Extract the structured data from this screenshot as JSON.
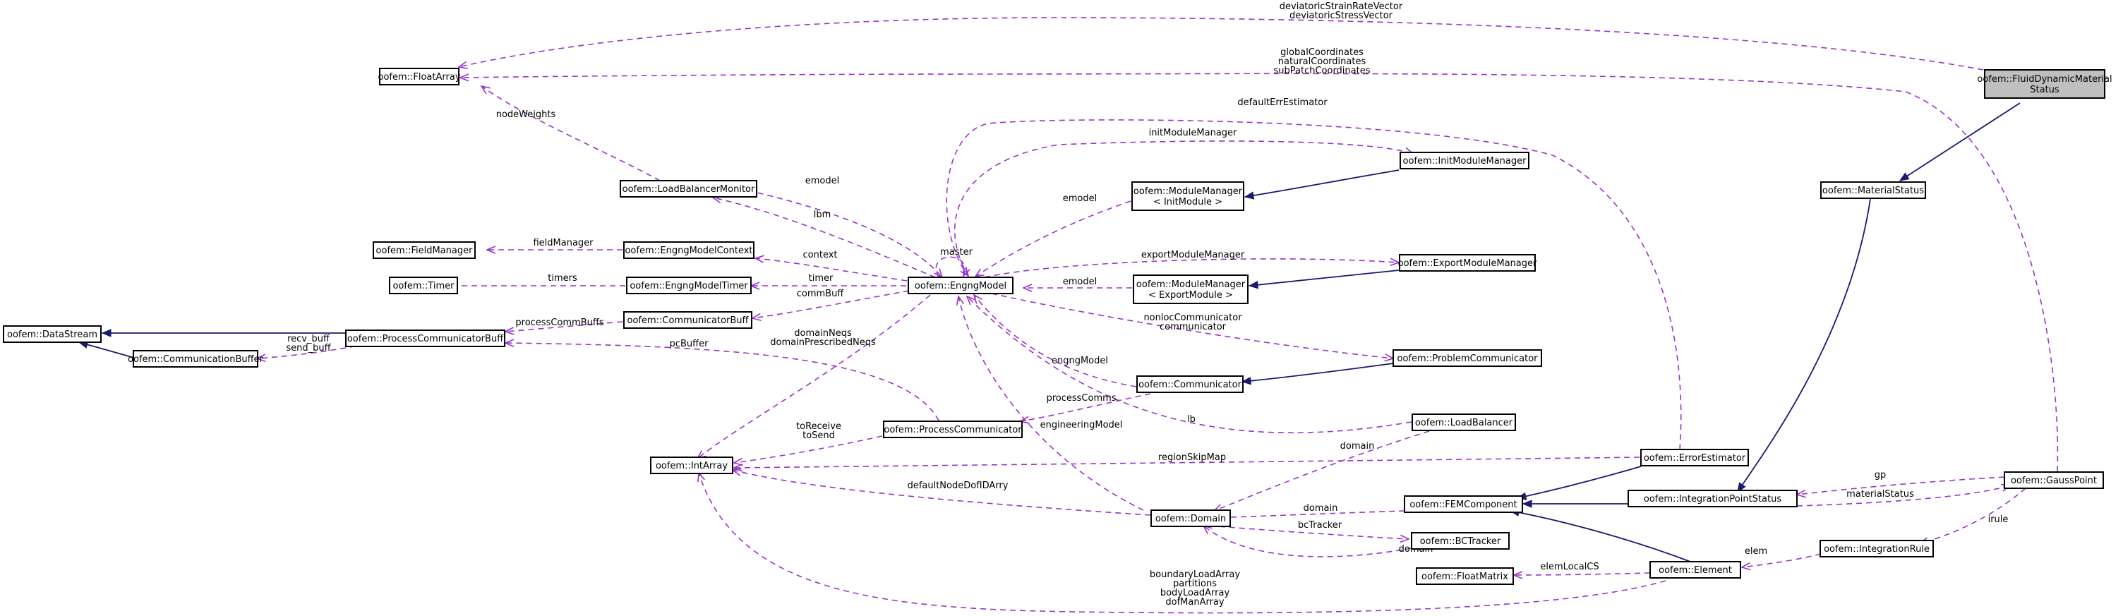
{
  "colors": {
    "usage_edge": "#9a32cd",
    "inheritance_edge": "#191970",
    "focus_fill": "#bfbfbf"
  },
  "nodes": {
    "fluid": [
      "oofem::FluidDynamicMaterial",
      "Status"
    ],
    "floatarray": [
      "oofem::FloatArray"
    ],
    "materialstatus": [
      "oofem::MaterialStatus"
    ],
    "lbm": [
      "oofem::LoadBalancerMonitor"
    ],
    "initmm": [
      "oofem::InitModuleManager"
    ],
    "mminit": [
      "oofem::ModuleManager",
      "< InitModule >"
    ],
    "fieldmanager": [
      "oofem::FieldManager"
    ],
    "emcontext": [
      "oofem::EngngModelContext"
    ],
    "timer": [
      "oofem::Timer"
    ],
    "emtimer": [
      "oofem::EngngModelTimer"
    ],
    "engngmodel": [
      "oofem::EngngModel"
    ],
    "exportmm": [
      "oofem::ExportModuleManager"
    ],
    "mmexport": [
      "oofem::ModuleManager",
      "< ExportModule >"
    ],
    "datastream": [
      "oofem::DataStream"
    ],
    "pcommbuff": [
      "oofem::ProcessCommunicatorBuff"
    ],
    "commbuffclass": [
      "oofem::CommunicatorBuff"
    ],
    "commbuffer": [
      "oofem::CommunicationBuffer"
    ],
    "probcomm": [
      "oofem::ProblemCommunicator"
    ],
    "communicator": [
      "oofem::Communicator"
    ],
    "loadbalancer": [
      "oofem::LoadBalancer"
    ],
    "intarray": [
      "oofem::IntArray"
    ],
    "pcomm": [
      "oofem::ProcessCommunicator"
    ],
    "errest": [
      "oofem::ErrorEstimator"
    ],
    "gausspoint": [
      "oofem::GaussPoint"
    ],
    "femcomp": [
      "oofem::FEMComponent"
    ],
    "ipstatus": [
      "oofem::IntegrationPointStatus"
    ],
    "domain": [
      "oofem::Domain"
    ],
    "bctracker": [
      "oofem::BCTracker"
    ],
    "intrule": [
      "oofem::IntegrationRule"
    ],
    "floatmatrix": [
      "oofem::FloatMatrix"
    ],
    "element": [
      "oofem::Element"
    ]
  },
  "edge_labels": {
    "dev": [
      "deviatoricStrainRateVector",
      "deviatoricStressVector"
    ],
    "coords": [
      "globalCoordinates",
      "naturalCoordinates",
      "subPatchCoordinates"
    ],
    "nodeweights": [
      "nodeWeights"
    ],
    "defaulterr": [
      "defaultErrEstimator"
    ],
    "initmodule": [
      "initModuleManager"
    ],
    "emodel_lbm": [
      "emodel"
    ],
    "lbm": [
      "lbm"
    ],
    "emodel_init": [
      "emodel"
    ],
    "master": [
      "master"
    ],
    "fieldmanager": [
      "fieldManager"
    ],
    "context": [
      "context"
    ],
    "exportmodule": [
      "exportModuleManager"
    ],
    "timers": [
      "timers"
    ],
    "timer": [
      "timer"
    ],
    "emodel_export": [
      "emodel"
    ],
    "commbuff": [
      "commBuff"
    ],
    "processcommbuffs": [
      "processCommBuffs"
    ],
    "recvsend": [
      "recv_buff",
      "send_buff"
    ],
    "domainneqs": [
      "domainNeqs",
      "domainPrescribedNeqs"
    ],
    "nonloc": [
      "nonlocCommunicator",
      "communicator"
    ],
    "pcbuffer": [
      "pcBuffer"
    ],
    "engngmodel": [
      "engngModel"
    ],
    "processcomms": [
      "processComms"
    ],
    "lb": [
      "lb"
    ],
    "engineeringmodel": [
      "engineeringModel"
    ],
    "tosend": [
      "toReceive",
      "toSend"
    ],
    "domain_lb": [
      "domain"
    ],
    "regionskipmap": [
      "regionSkipMap"
    ],
    "gp": [
      "gp"
    ],
    "defaultnodedof": [
      "defaultNodeDofIDArry"
    ],
    "domain_fem": [
      "domain"
    ],
    "materialstatus": [
      "materialStatus"
    ],
    "bctracker": [
      "bcTracker"
    ],
    "irule": [
      "irule"
    ],
    "domain_bc": [
      "domain"
    ],
    "elem": [
      "elem"
    ],
    "elemlocalcs": [
      "elemLocalCS"
    ],
    "arrays": [
      "boundaryLoadArray",
      "partitions",
      "bodyLoadArray",
      "dofManArray"
    ]
  }
}
